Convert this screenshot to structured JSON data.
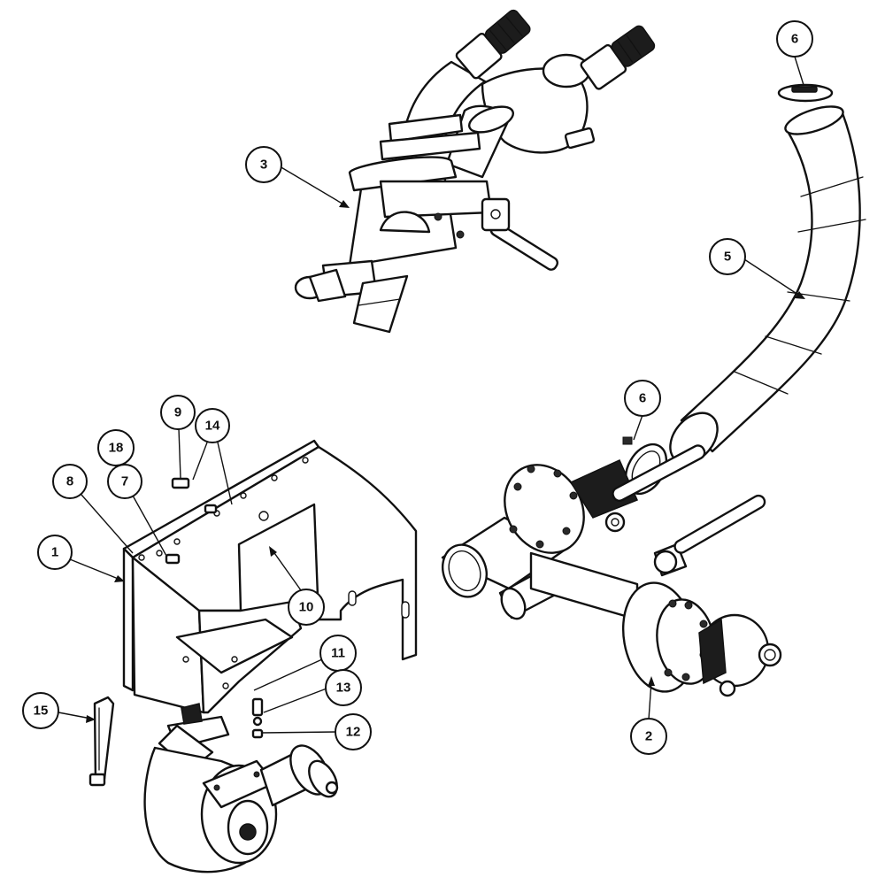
{
  "callouts": [
    {
      "id": "callout-1",
      "label": "1"
    },
    {
      "id": "callout-2",
      "label": "2"
    },
    {
      "id": "callout-3",
      "label": "3"
    },
    {
      "id": "callout-5",
      "label": "5"
    },
    {
      "id": "callout-6-top",
      "label": "6"
    },
    {
      "id": "callout-6-mid",
      "label": "6"
    },
    {
      "id": "callout-7",
      "label": "7"
    },
    {
      "id": "callout-8",
      "label": "8"
    },
    {
      "id": "callout-9",
      "label": "9"
    },
    {
      "id": "callout-10",
      "label": "10"
    },
    {
      "id": "callout-11",
      "label": "11"
    },
    {
      "id": "callout-12",
      "label": "12"
    },
    {
      "id": "callout-13",
      "label": "13"
    },
    {
      "id": "callout-14",
      "label": "14"
    },
    {
      "id": "callout-15",
      "label": "15"
    },
    {
      "id": "callout-18",
      "label": "18"
    }
  ],
  "colors": {
    "line": "#111111",
    "background": "#ffffff"
  }
}
